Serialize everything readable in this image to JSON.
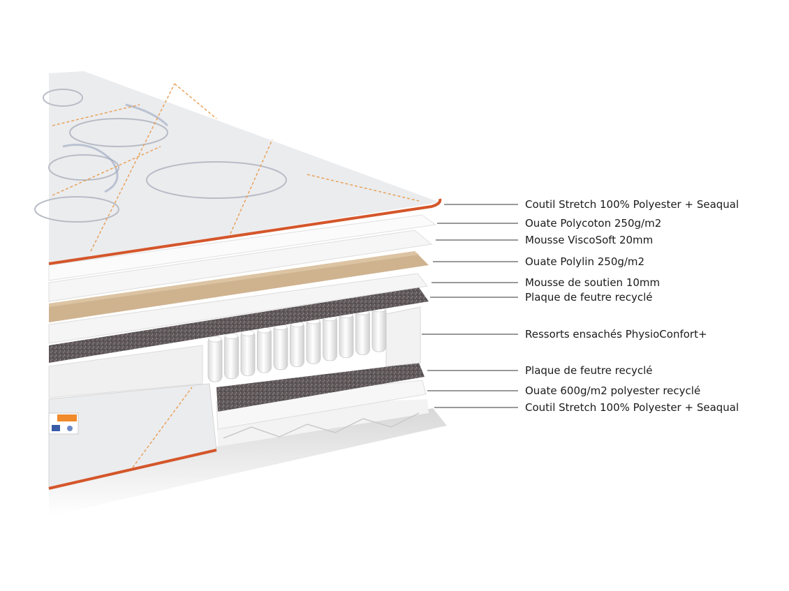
{
  "layers": [
    {
      "label": "Coutil Stretch 100% Polyester + Seaqual"
    },
    {
      "label": "Ouate Polycoton 250g/m2"
    },
    {
      "label": "Mousse ViscoSoft 20mm"
    },
    {
      "label": "Ouate Polylin 250g/m2"
    },
    {
      "label": "Mousse de soutien 10mm"
    },
    {
      "label": "Plaque de feutre recyclé"
    },
    {
      "label": "Ressorts ensachés PhysioConfort+"
    },
    {
      "label": "Plaque de feutre recyclé"
    },
    {
      "label": "Ouate 600g/m2 polyester recyclé"
    },
    {
      "label": "Coutil Stretch 100% Polyester + Seaqual"
    }
  ],
  "colors": {
    "fabric": "#e9eaec",
    "piping": "#d4562a",
    "stitch": "#e8a25a",
    "motif": "#9aa6bf",
    "foam": "#f4f4f4",
    "polylin": "#cdb08c",
    "felt": "#5a5456",
    "spring": "#fafafa",
    "text": "#1a1a1a",
    "leader": "#333333"
  },
  "icons": [
    "certification-label-icon"
  ]
}
